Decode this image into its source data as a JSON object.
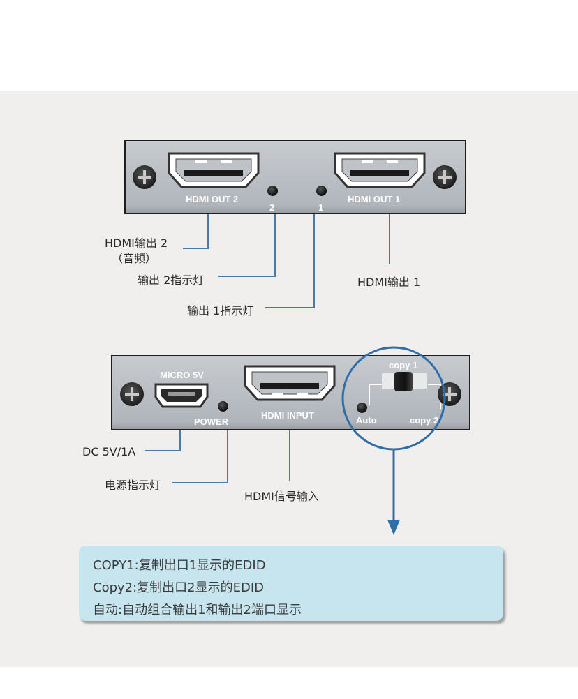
{
  "top_panel": {
    "port_out2_label": "HDMI OUT 2",
    "port_out1_label": "HDMI OUT 1",
    "led2_number": "2",
    "led1_number": "1"
  },
  "top_callouts": {
    "hdmi_out2_line1": "HDMI输出 2",
    "hdmi_out2_line2": "（音频）",
    "led2": "输出 2指示灯",
    "led1": "输出 1指示灯",
    "hdmi_out1": "HDMI输出 1"
  },
  "bottom_panel": {
    "micro_label": "MICRO 5V",
    "power_label": "POWER",
    "input_label": "HDMI INPUT",
    "switch_copy1": "copy 1",
    "switch_auto": "Auto",
    "switch_copy2": "copy 2"
  },
  "bottom_callouts": {
    "dc": "DC 5V/1A",
    "power_led": "电源指示灯",
    "hdmi_input": "HDMI信号输入"
  },
  "note": {
    "line1": "COPY1:复制出口1显示的EDID",
    "line2": "Copy2:复制出口2显示的EDID",
    "line3": "自动:自动组合输出1和输出2端口显示"
  },
  "colors": {
    "background": "#f1eeee",
    "panel": "#b9bec4",
    "leader_line": "#4a78a8",
    "note_box": "#c6e5ef"
  }
}
